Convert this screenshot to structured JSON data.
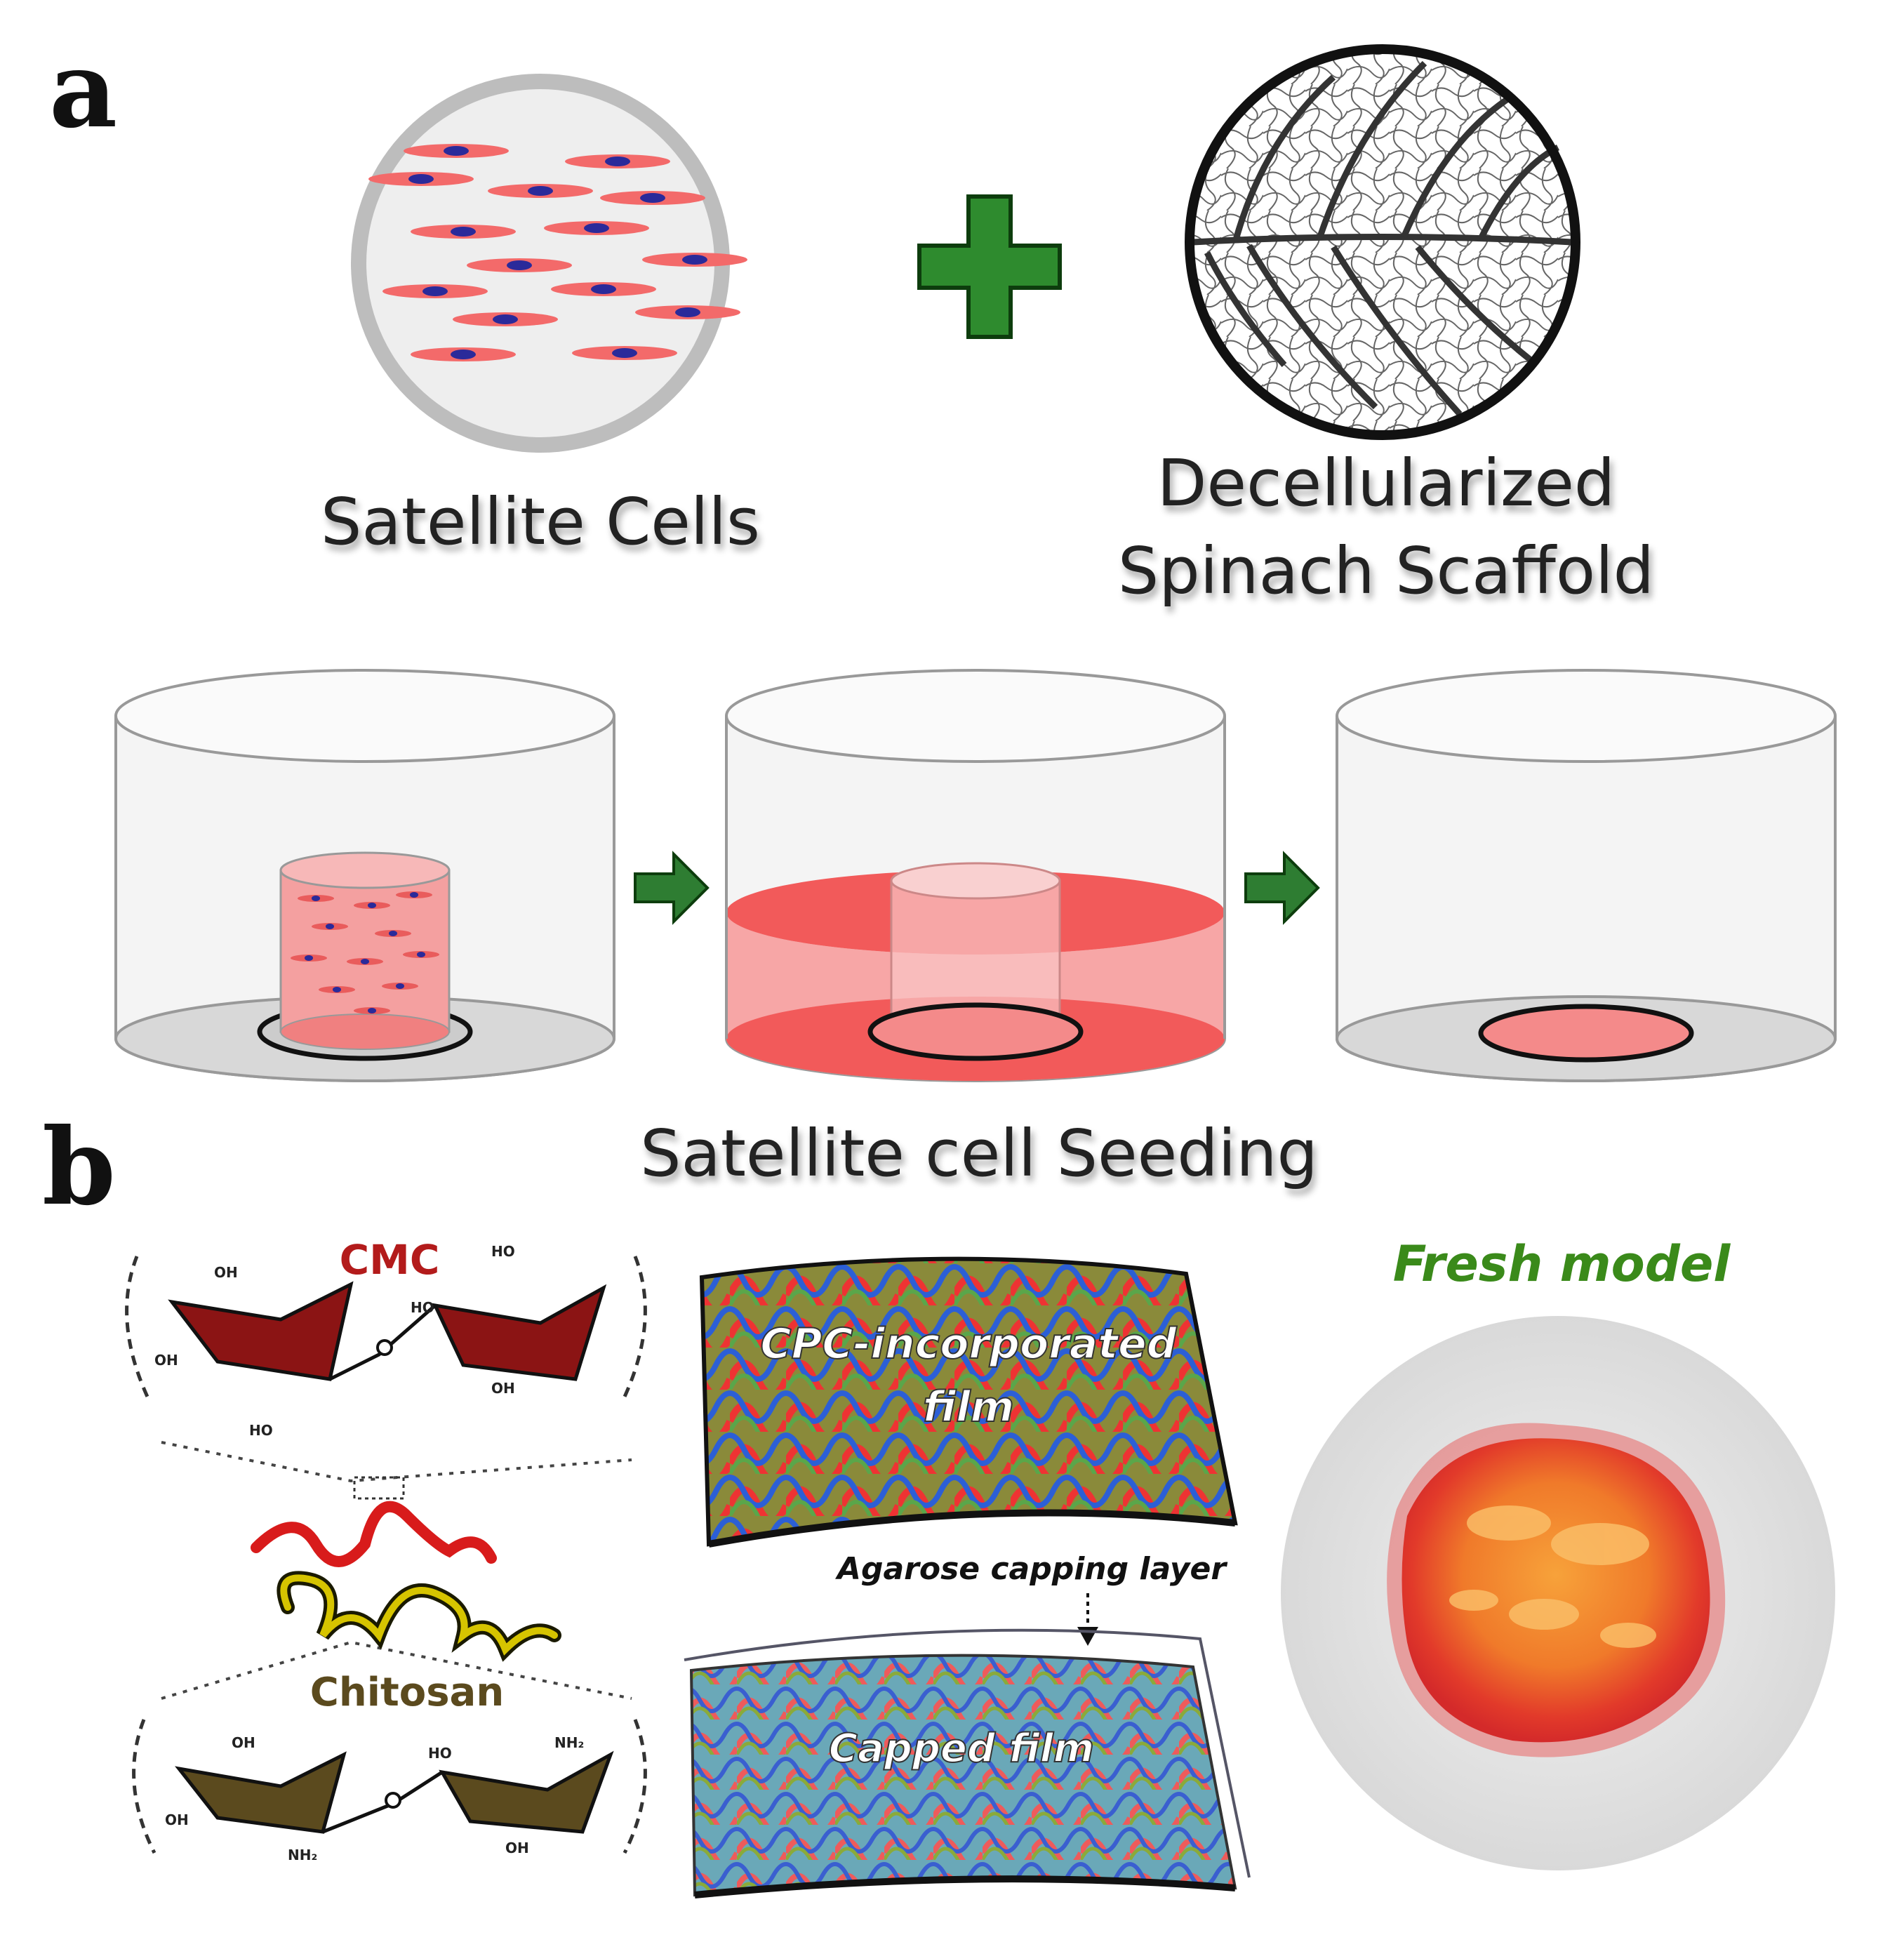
{
  "panel_a": {
    "letter": "a",
    "satellite_cells_label": "Satellite Cells",
    "scaffold_label_line1": "Decellularized",
    "scaffold_label_line2": "Spinach Scaffold",
    "seeding_caption": "Satellite cell Seeding"
  },
  "panel_b": {
    "letter": "b",
    "cmc_label": "CMC",
    "chitosan_label": "Chitosan",
    "cpc_film_line1": "CPC-incorporated",
    "cpc_film_line2": "film",
    "agarose_label": "Agarose capping layer",
    "capped_film_label": "Capped film",
    "fresh_model_label": "Fresh model"
  },
  "colors": {
    "plus_green": "#2e8b2e",
    "arrow_green": "#2e7d32",
    "cell_pink": "#f36a6a",
    "nucleus_blue": "#2a2a9a",
    "medium_red": "#f25a5a",
    "cmc_red": "#b31b1b",
    "chitosan_yellow": "#d6c400",
    "chitosan_brown": "#5b4a1e",
    "fresh_green": "#3a8a1a"
  }
}
